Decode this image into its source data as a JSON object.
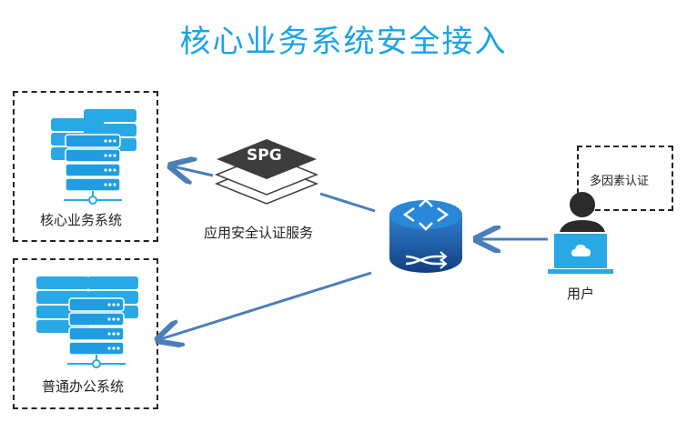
{
  "title": "核心业务系统安全接入",
  "core_system": {
    "label": "核心业务系统"
  },
  "office_system": {
    "label": "普通办公系统"
  },
  "spg": {
    "badge": "SPG",
    "label": "应用安全认证服务"
  },
  "user": {
    "label": "用户"
  },
  "mfa": {
    "label": "多因素认证"
  },
  "colors": {
    "title": "#1aa3e8",
    "server": "#29a8e6",
    "arrow": "#4a7fb8",
    "router": "#1e5aa8",
    "spg": "#3d3d3d"
  },
  "icons": [
    "server-stack-icon",
    "spg-layers-icon",
    "router-icon",
    "user-icon",
    "laptop-icon",
    "cloud-icon"
  ]
}
